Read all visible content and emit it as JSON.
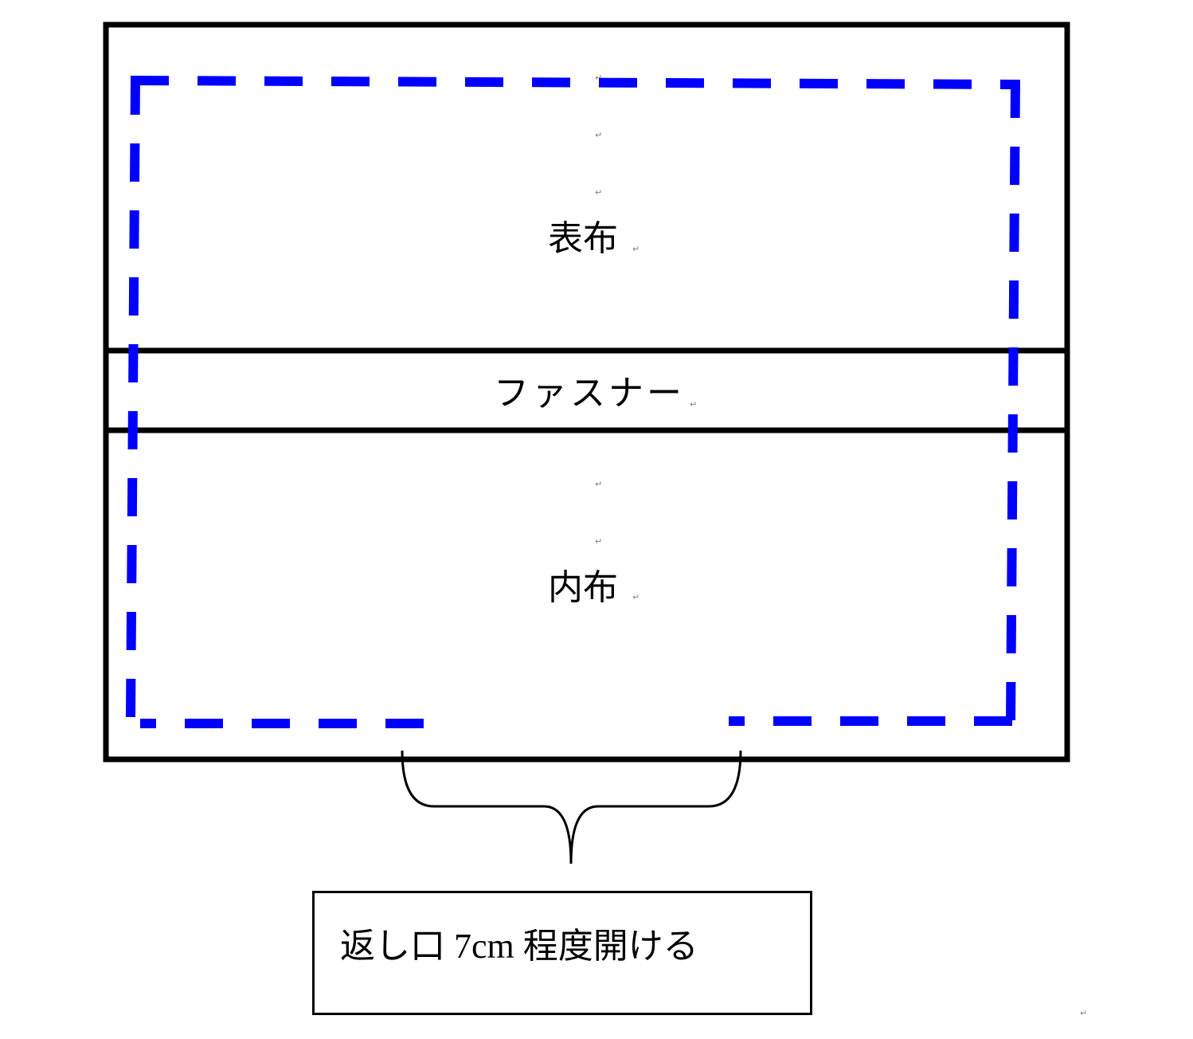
{
  "diagram": {
    "type": "sewing-pattern-layout",
    "colors": {
      "outline": "#000000",
      "stitch_line": "#0000ff",
      "paragraph_mark": "#808080",
      "background": "#ffffff"
    },
    "sections": [
      {
        "id": "outer",
        "label": "表布"
      },
      {
        "id": "zipper",
        "label": "ファスナー"
      },
      {
        "id": "lining",
        "label": "内布"
      }
    ],
    "stitch_line": {
      "style": "dashed",
      "opening_note": "返し口 7cm 程度開ける"
    },
    "paragraph_mark": "↵"
  }
}
